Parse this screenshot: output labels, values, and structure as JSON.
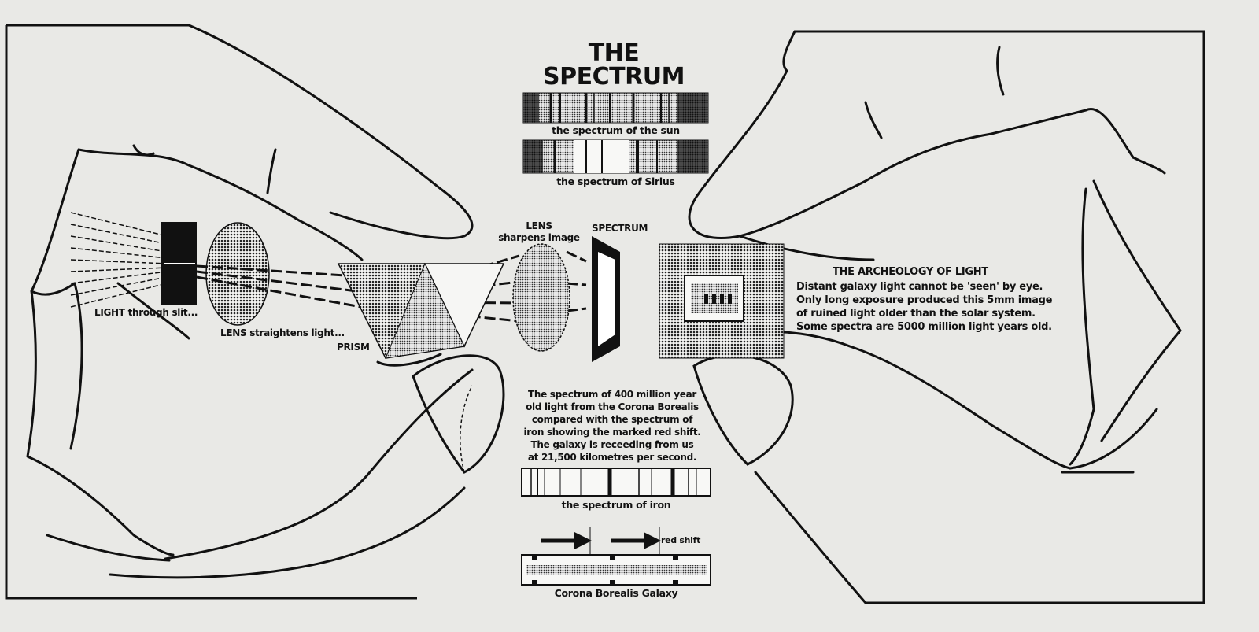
{
  "title": {
    "line1": "THE",
    "line2": "SPECTRUM"
  },
  "spectra": {
    "sun": "the spectrum of the sun",
    "sirius": "the spectrum of Sirius",
    "iron": "the spectrum of iron",
    "corona": "Corona Borealis Galaxy",
    "red_shift": "red shift"
  },
  "apparatus": {
    "light_slit": "LIGHT through slit...",
    "lens1": "LENS straightens light...",
    "prism": "PRISM",
    "lens2_line1": "LENS",
    "lens2_line2": "sharpens image",
    "spectrum": "SPECTRUM"
  },
  "archeology": {
    "heading": "THE ARCHEOLOGY OF LIGHT",
    "lines": [
      "Distant galaxy light cannot be 'seen' by eye.",
      "Only long exposure produced this 5mm image",
      "of ruined light older than the solar system.",
      "Some spectra are 5000 million light years old."
    ]
  },
  "corona_text": {
    "lines": [
      "The spectrum of 400 million year",
      "old light from the Corona Borealis",
      "compared with the spectrum of",
      "iron showing the marked red shift.",
      "The galaxy is receeding from us",
      "at 21,500 kilometres per second."
    ]
  },
  "colors": {
    "paper": "#e9e9e6",
    "ink": "#111111"
  }
}
